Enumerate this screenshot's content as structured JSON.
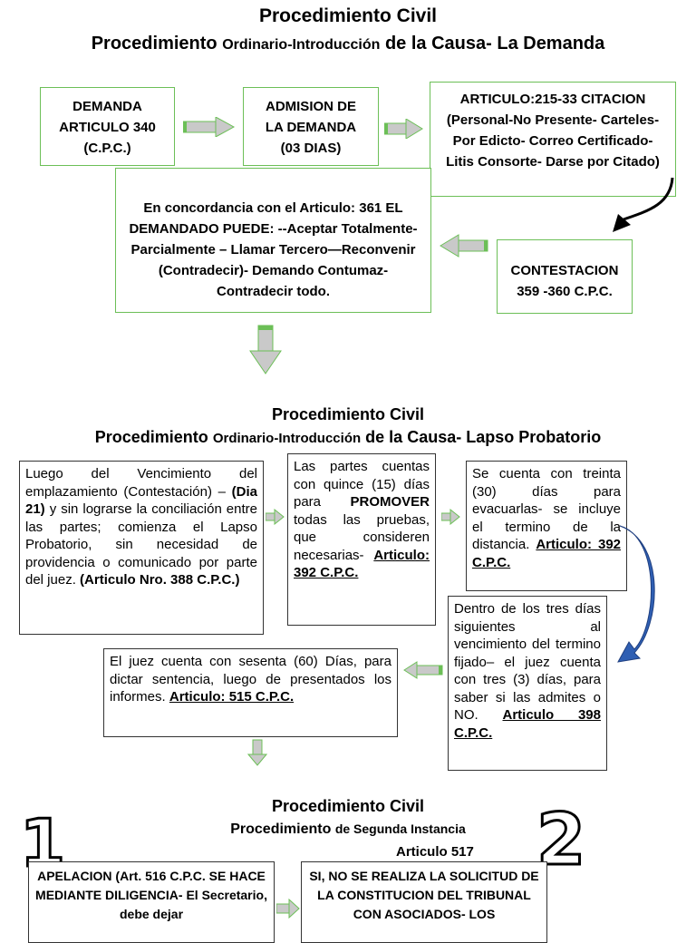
{
  "section1": {
    "title": "Procedimiento Civil",
    "subtitle_a": "Procedimiento",
    "subtitle_b": "Ordinario-Introducción",
    "subtitle_c": "de la Causa- La Demanda",
    "box_demanda": "DEMANDA ARTICULO 340 (C.P.C.)",
    "box_admision": "ADMISION DE LA DEMANDA (03 DIAS)",
    "box_articulo": "ARTICULO:215-33 CITACION (Personal-No Presente- Carteles- Por Edicto- Correo Certificado-Litis Consorte- Darse por Citado)",
    "box_concordancia": "En concordancia con el Articulo: 361 EL DEMANDADO PUEDE: --Aceptar Totalmente- Parcialmente – Llamar Tercero—Reconvenir (Contradecir)- Demando Contumaz- Contradecir todo.",
    "box_contestacion": "CONTESTACION 359 -360 C.P.C."
  },
  "section2": {
    "title": "Procedimiento Civil",
    "subtitle_a": "Procedimiento",
    "subtitle_b": "Ordinario-Introducción",
    "subtitle_c": "de la Causa- Lapso Probatorio",
    "box_luego": {
      "text_a": "Luego del Vencimiento del emplazamiento (Contestación) –",
      "text_bold": "(Dia 21)",
      "text_b": "y sin lograrse la conciliación entre las partes; comienza el Lapso Probatorio, sin necesidad de providencia o comunicado por parte del juez.",
      "ref": "(Articulo Nro. 388 C.P.C.)"
    },
    "box_partes": {
      "text_a": "Las partes cuentas con quince (15) días para",
      "text_bold": "PROMOVER",
      "text_b": "todas las pruebas, que consideren necesarias-",
      "ref": "Articulo: 392 C.P.C."
    },
    "box_treinta": {
      "text": "Se cuenta con treinta (30) días para evacuarlas- se incluye el termino de la distancia.",
      "ref": "Articulo: 392 C.P.C."
    },
    "box_tres": {
      "text": "Dentro de los tres días siguientes al vencimiento del termino fijado– el juez cuenta con tres (3) días, para saber si las admites o NO.",
      "ref": "Articulo 398 C.P.C."
    },
    "box_sesenta": {
      "text": "El juez cuenta con sesenta (60) Días, para dictar sentencia, luego de presentados los informes.",
      "ref": "Articulo: 515  C.P.C."
    }
  },
  "section3": {
    "title": "Procedimiento Civil",
    "subtitle_a": "Procedimiento",
    "subtitle_b": "de Segunda Instancia",
    "articulo": "Articulo 517",
    "num1": "1",
    "num2": "2",
    "box_apelacion": "APELACION (Art. 516 C.P.C. SE HACE MEDIANTE DILIGENCIA- El Secretario, debe dejar",
    "box_si_no": "SI, NO SE REALIZA LA SOLICITUD DE LA CONSTITUCION DEL TRIBUNAL CON ASOCIADOS- LOS"
  },
  "colors": {
    "note_border": "#6cbf57",
    "arrow_fill": "#c9c9c9",
    "arrow_green": "#6cbf57",
    "curve_blue": "#2f5fb3"
  }
}
